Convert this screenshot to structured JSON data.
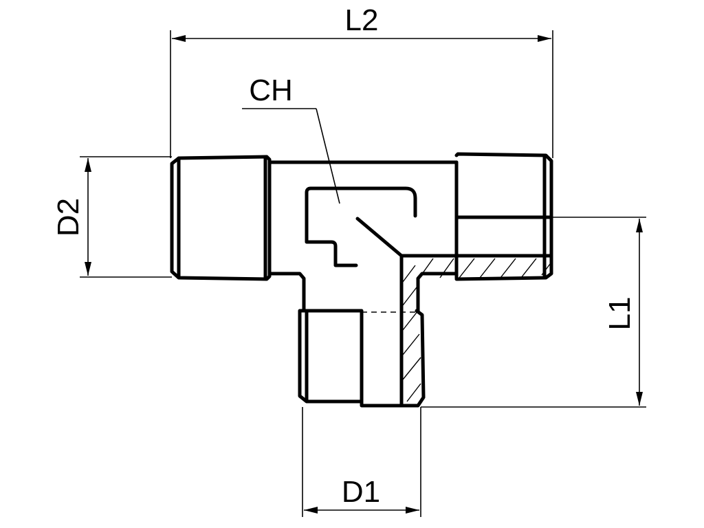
{
  "labels": {
    "l2": "L2",
    "ch": "CH",
    "d2": "D2",
    "l1": "L1",
    "d1": "D1"
  },
  "colors": {
    "line": "#000000",
    "background": "#ffffff"
  }
}
